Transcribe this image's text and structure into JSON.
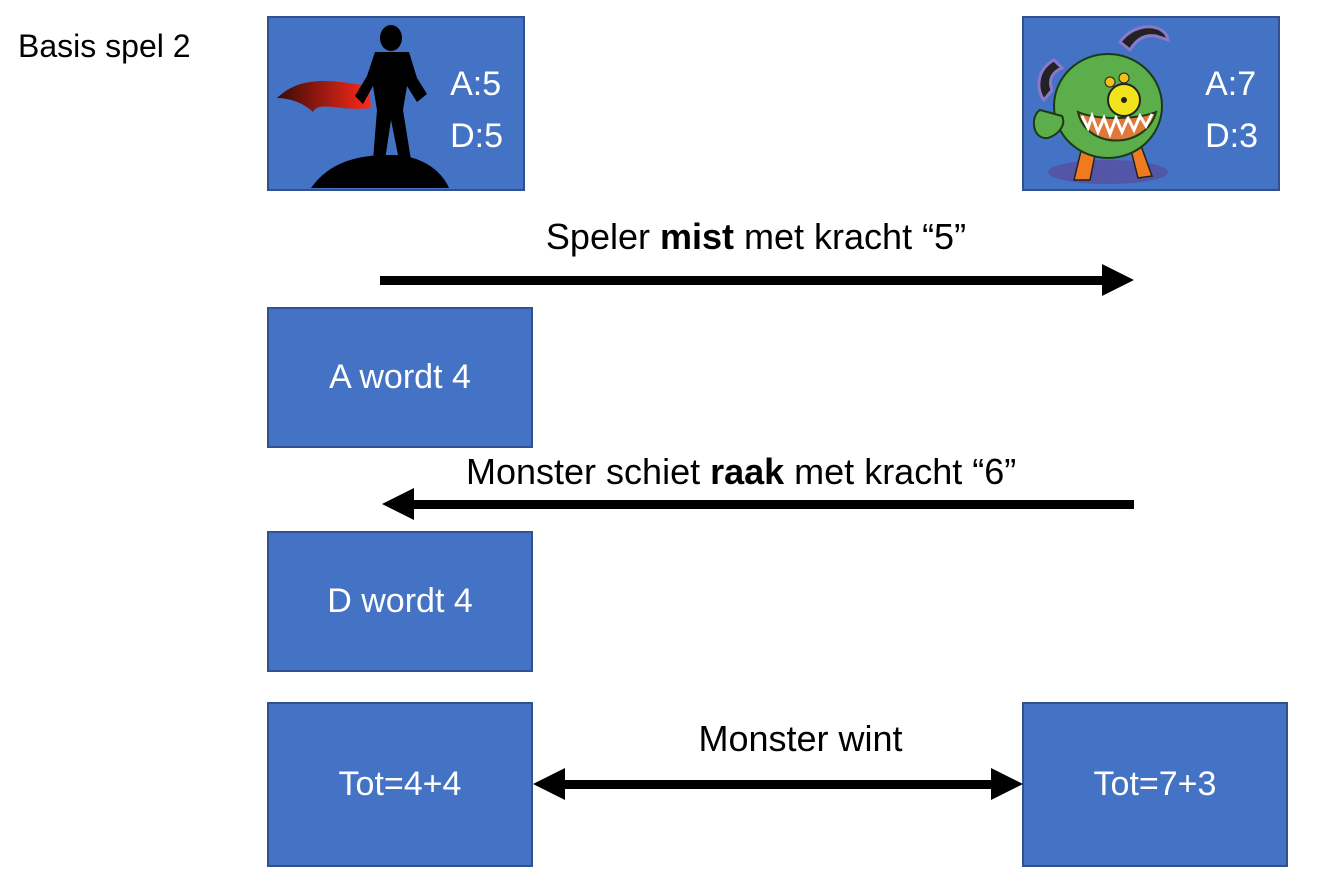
{
  "title": "Basis spel 2",
  "player": {
    "name": "Speler",
    "icon": "hero-silhouette-icon",
    "attack_label": "A:5",
    "defense_label": "D:5",
    "colors": {
      "box": "#4472C4",
      "border": "#2F528F"
    }
  },
  "monster": {
    "name": "Monster",
    "icon": "monster-icon",
    "attack_label": "A:7",
    "defense_label": "D:3"
  },
  "steps": [
    {
      "direction": "right",
      "text_pre": "Speler ",
      "text_bold": "mist",
      "text_post": " met kracht “5”",
      "result_box": "A wordt 4"
    },
    {
      "direction": "left",
      "text_pre": "Monster schiet ",
      "text_bold": "raak",
      "text_post": " met kracht “6”",
      "result_box": "D wordt 4"
    }
  ],
  "final": {
    "player_total": "Tot=4+4",
    "monster_total": "Tot=7+3",
    "outcome": "Monster wint"
  }
}
